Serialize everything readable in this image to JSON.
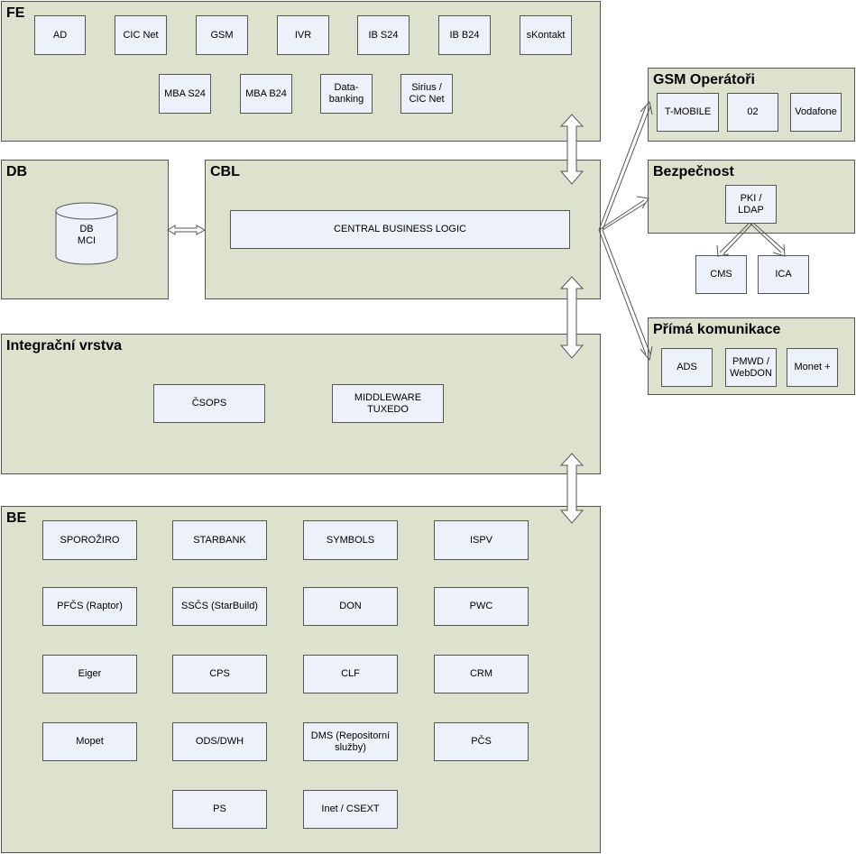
{
  "fe": {
    "title": "FE",
    "row1": [
      "AD",
      "CIC Net",
      "GSM",
      "IVR",
      "IB S24",
      "IB B24",
      "sKontakt"
    ],
    "row2": [
      "MBA S24",
      "MBA B24",
      "Data-\nbanking",
      "Sirius /\nCIC Net"
    ]
  },
  "db": {
    "title": "DB",
    "cylinder_label": "DB\nMCI"
  },
  "cbl": {
    "title": "CBL",
    "central": "CENTRAL BUSINESS LOGIC"
  },
  "integration": {
    "title": "Integrační vrstva",
    "items": [
      "ČSOPS",
      "MIDDLEWARE\nTUXEDO"
    ]
  },
  "be": {
    "title": "BE",
    "rows": [
      [
        "SPOROŽIRO",
        "STARBANK",
        "SYMBOLS",
        "ISPV"
      ],
      [
        "PFČS (Raptor)",
        "SSČS (StarBuild)",
        "DON",
        "PWC"
      ],
      [
        "Eiger",
        "CPS",
        "CLF",
        "CRM"
      ],
      [
        "Mopet",
        "ODS/DWH",
        "DMS (Repositorní\nslužby)",
        "PČS"
      ],
      [
        "PS",
        "Inet / CSEXT"
      ]
    ]
  },
  "gsm": {
    "title": "GSM Operátoři",
    "items": [
      "T-MOBILE",
      "02",
      "Vodafone"
    ]
  },
  "security": {
    "title": "Bezpečnost",
    "pki": "PKI /\nLDAP",
    "children": [
      "CMS",
      "ICA"
    ]
  },
  "direct": {
    "title": "Přímá komunikace",
    "items": [
      "ADS",
      "PMWD /\nWebDON",
      "Monet +"
    ]
  },
  "colors": {
    "panel": "#dde2cf",
    "box": "#edf1f9",
    "border": "#555555"
  }
}
